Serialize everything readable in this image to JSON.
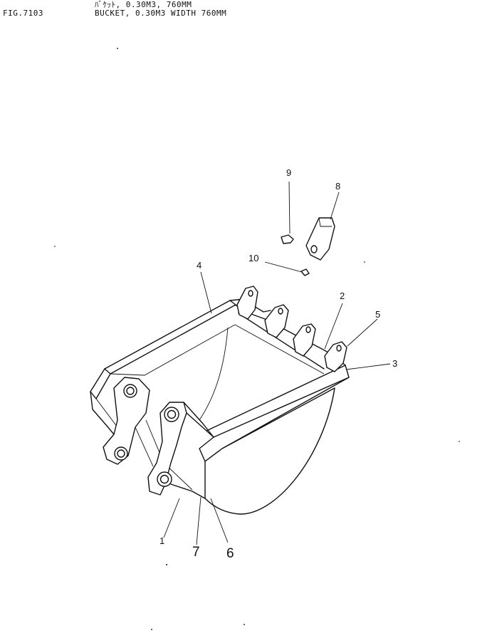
{
  "header": {
    "fig_number": "FIG.7103",
    "title_jp": "ﾊﾞｹｯﾄ, 0.30M3, 760MM",
    "title_en": "BUCKET, 0.30M3 WIDTH 760MM"
  },
  "callouts": [
    {
      "id": "1",
      "text": "1"
    },
    {
      "id": "2",
      "text": "2"
    },
    {
      "id": "3",
      "text": "3"
    },
    {
      "id": "4",
      "text": "4"
    },
    {
      "id": "5",
      "text": "5"
    },
    {
      "id": "6",
      "text": "6"
    },
    {
      "id": "7",
      "text": "7"
    },
    {
      "id": "8",
      "text": "8"
    },
    {
      "id": "9",
      "text": "9"
    },
    {
      "id": "10",
      "text": "10"
    }
  ]
}
